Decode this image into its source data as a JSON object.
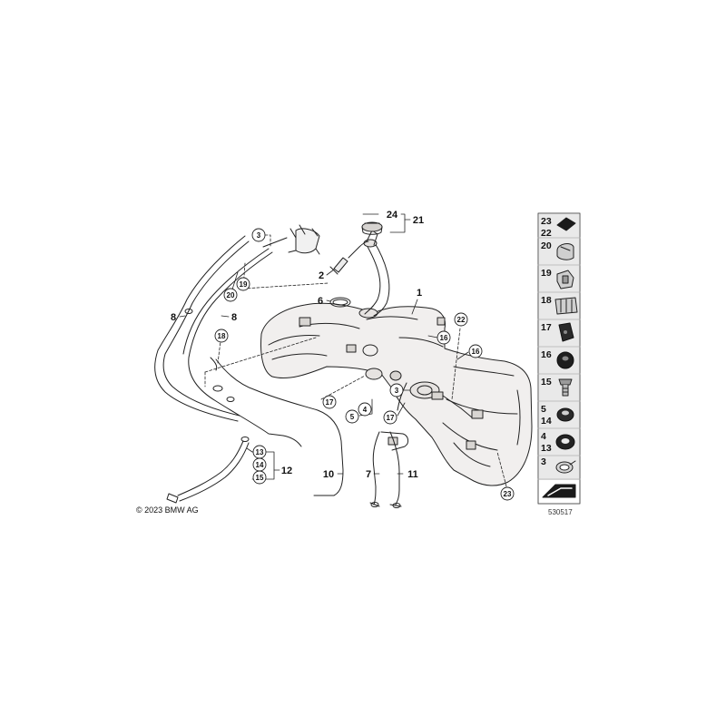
{
  "copyright": "© 2023 BMW AG",
  "document_number": "530517",
  "colors": {
    "line": "#222222",
    "tank_fill": "#f1efee",
    "panel_cell": "#e9e9e9",
    "accent_dark": "#1a1a1a"
  },
  "callouts": {
    "c1": "1",
    "c2": "2",
    "c4": "4",
    "c5": "5",
    "c6": "6",
    "c7": "7",
    "c8a": "8",
    "c8b": "8",
    "c10": "10",
    "c11": "11",
    "c12": "12",
    "c21": "21",
    "c24": "24",
    "c3a": "3",
    "c3b": "3",
    "c13": "13",
    "c14": "14",
    "c15": "15",
    "c16a": "16",
    "c16b": "16",
    "c17a": "17",
    "c17b": "17",
    "c18": "18",
    "c19": "19",
    "c20": "20",
    "c22": "22",
    "c23": "23"
  },
  "parts_panel": [
    {
      "top": "23",
      "bottom": "22",
      "icon": "pad-icon"
    },
    {
      "top": "20",
      "icon": "clip-icon"
    },
    {
      "top": "19",
      "icon": "clamp-icon"
    },
    {
      "top": "18",
      "icon": "multi-clip-icon"
    },
    {
      "top": "17",
      "icon": "bracket-icon"
    },
    {
      "top": "16",
      "icon": "grommet-icon"
    },
    {
      "top": "15",
      "icon": "screw-icon"
    },
    {
      "top": "5",
      "bottom": "14",
      "icon": "nut-icon"
    },
    {
      "top": "4",
      "bottom": "13",
      "icon": "seal-ring-icon"
    },
    {
      "top": "3",
      "icon": "hose-clamp-icon"
    },
    {
      "icon": "arrow-icon"
    }
  ]
}
